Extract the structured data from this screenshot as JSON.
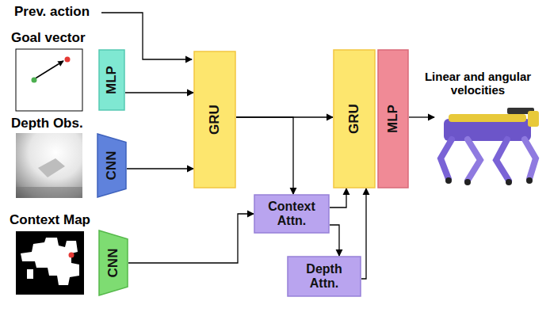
{
  "diagram": {
    "nodes": [
      {
        "text": [
          "MLP"
        ]
      },
      {
        "text": [
          "CNN"
        ]
      },
      {
        "text": [
          "CNN"
        ]
      },
      {
        "text": [
          "GRU"
        ]
      },
      {
        "text": [
          "Context Attn."
        ]
      },
      {
        "text": [
          "Depth Attn."
        ]
      },
      {
        "text": [
          "GRU"
        ]
      },
      {
        "text": [
          "MLP"
        ]
      }
    ],
    "edges": [
      {
        "from": 0,
        "to": 3,
        "arrow": "to"
      },
      {
        "from": 1,
        "to": 3,
        "arrow": "to"
      },
      {
        "from": 2,
        "to": 4,
        "arrow": "to"
      },
      {
        "from": 3,
        "to": 6,
        "arrow": "to"
      },
      {
        "from": 3,
        "to": 4,
        "arrow": "to"
      },
      {
        "from": 4,
        "to": 6,
        "arrow": "to"
      },
      {
        "from": 4,
        "to": 5,
        "arrow": "to"
      },
      {
        "from": 5,
        "to": 6,
        "arrow": "to"
      }
    ],
    "labels": [
      "Prev. action",
      "Goal vector",
      "Depth Obs.",
      "Context Map",
      "Linear and angular velocities"
    ]
  }
}
